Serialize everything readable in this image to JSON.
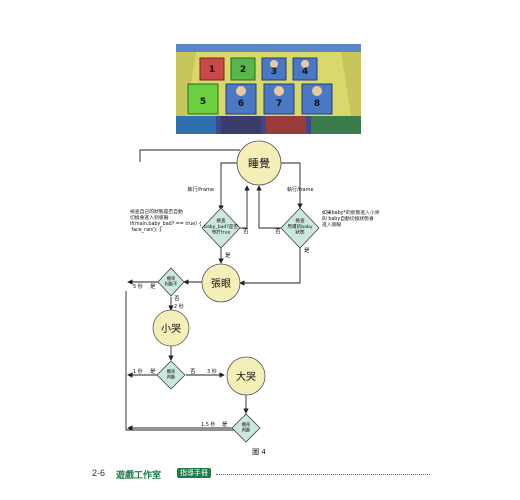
{
  "figure": {
    "caption": "圖 4",
    "crib_numbers": [
      "1",
      "2",
      "3",
      "4",
      "5",
      "6",
      "7",
      "8"
    ],
    "states": {
      "sleep": "睡覺",
      "open_eyes": "張眼",
      "small_cry": "小哭",
      "big_cry": "大哭"
    },
    "decisions": {
      "left_check": "檢查\nbaby_bad?是否\n等於true",
      "right_check": "檢查\n周遭的baby\n狀態",
      "prob1": "機率\n判斷不",
      "prob2": "機率\n判斷",
      "prob3": "機率\n判斷"
    },
    "annotations": {
      "exec_left": "執行/frame",
      "exec_right": "執行/frame",
      "left_note": "檢查自己的狀態是否自動\n切換會進入到張眼\nif(main.baby_bad? == true) {\n    face_ran(); }",
      "right_note": "如果baby*的狀態進入小哭\n則 baby自動切換狀態會\n進入張眼",
      "no_left": "否",
      "yes_left": "是",
      "no_right": "否",
      "yes_right": "是",
      "t5": "5 秒",
      "yes1": "是",
      "no1": "否",
      "t2": "2 秒",
      "t1": "1 秒",
      "yes2": "是",
      "no2": "否",
      "t3": "3 秒",
      "t15": "1.5 秒",
      "yes3": "是"
    }
  },
  "footer": {
    "page_number": "2-6",
    "book_title": "遊戲工作室",
    "badge": "指導手冊"
  }
}
